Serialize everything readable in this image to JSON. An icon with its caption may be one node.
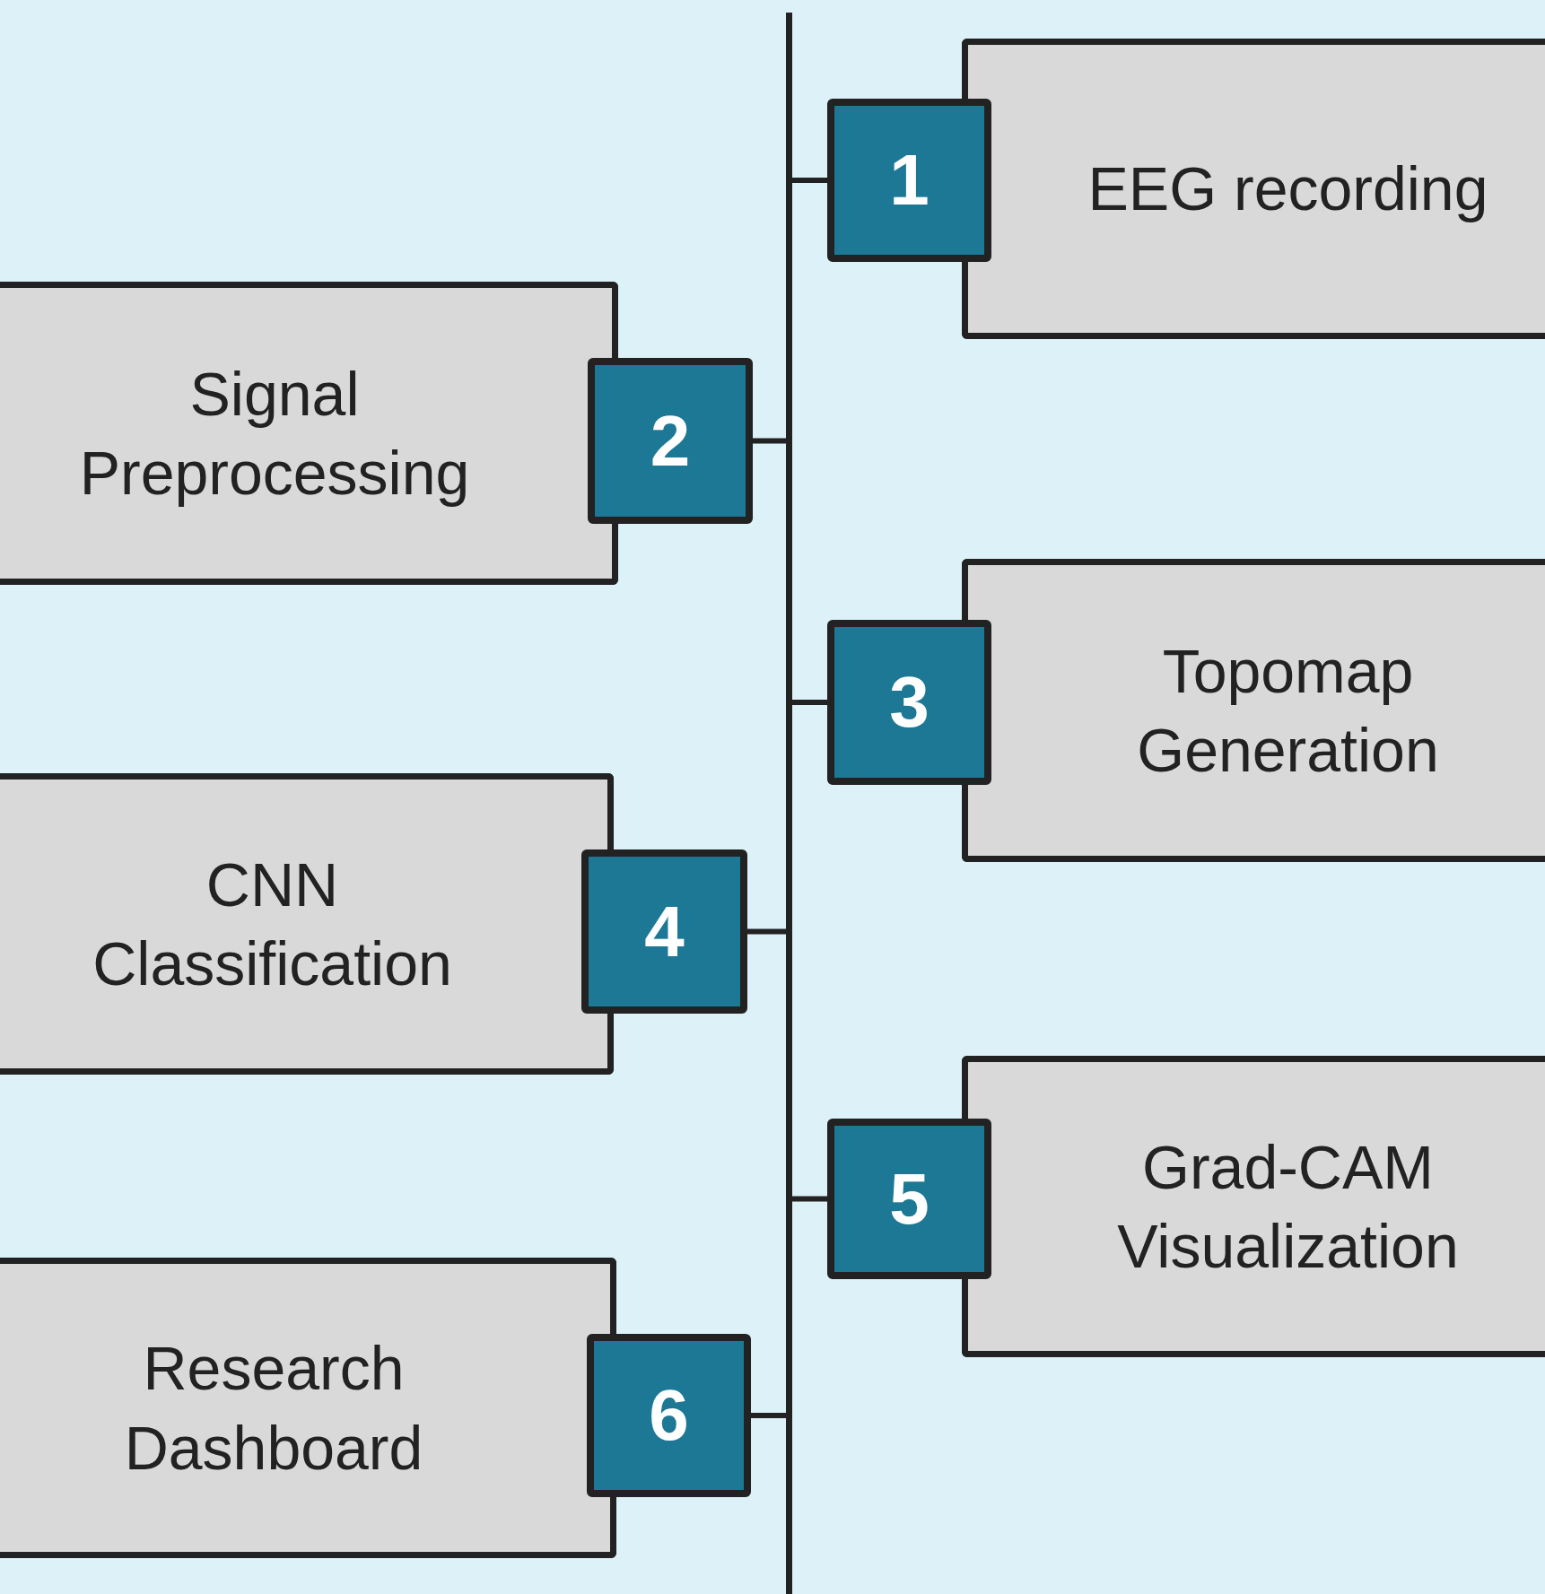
{
  "diagram": {
    "nodes": [
      {
        "text": [],
        "shape": "bar"
      },
      {
        "text": [
          "1"
        ]
      },
      {
        "text": [
          "EEG recording"
        ]
      },
      {
        "text": [
          "Signal Preprocessing"
        ]
      },
      {
        "text": [
          "2"
        ]
      },
      {
        "text": [
          "3"
        ]
      },
      {
        "text": [
          "Topomap Generation"
        ]
      },
      {
        "text": [
          "CNN Classification"
        ]
      },
      {
        "text": [
          "4"
        ]
      },
      {
        "text": [
          "5"
        ]
      },
      {
        "text": [
          "Grad-CAM Visualization"
        ]
      },
      {
        "text": [
          "Research Dashboard"
        ]
      },
      {
        "text": [
          "6"
        ]
      }
    ],
    "edges": [
      {
        "from": 1,
        "to": 0,
        "arrow": "none"
      },
      {
        "from": 4,
        "to": 0,
        "arrow": "none"
      },
      {
        "from": 5,
        "to": 0,
        "arrow": "none"
      },
      {
        "from": 8,
        "to": 0,
        "arrow": "none"
      },
      {
        "from": 9,
        "to": 0,
        "arrow": "none"
      },
      {
        "from": 12,
        "to": 0,
        "arrow": "none"
      }
    ]
  }
}
